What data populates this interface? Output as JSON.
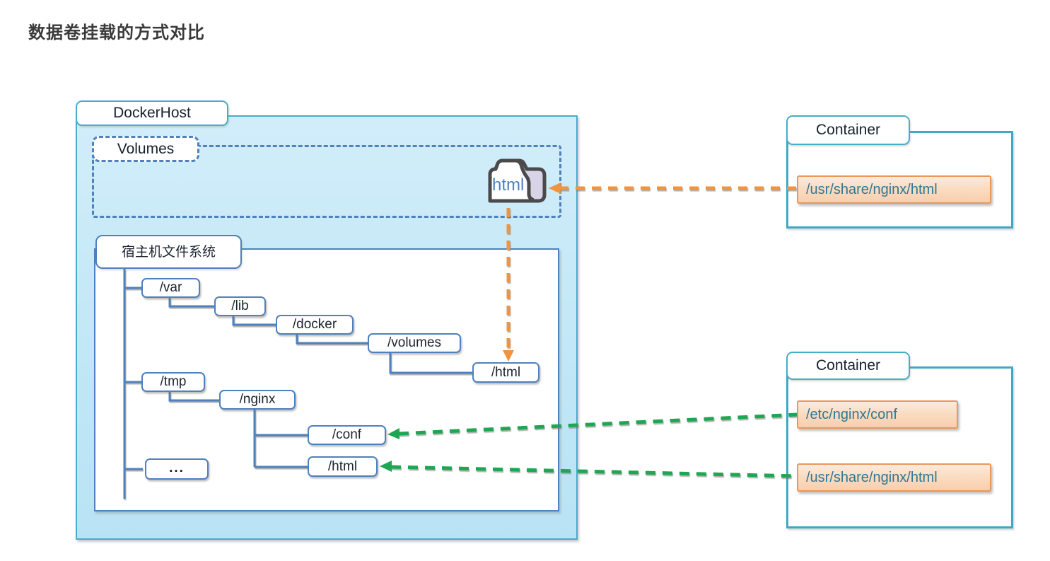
{
  "title": "数据卷挂载的方式对比",
  "colors": {
    "dockerhost_fill": "#C5E8F7",
    "dockerhost_border": "#45AEC8",
    "container_border": "#3FA8C4",
    "tree_blue": "#4F81BD",
    "volume_mount_orange": "#EF9440",
    "bind_mount_green": "#1FA653",
    "path_box_fill": "#FBD9BC",
    "path_box_border": "#E9975B",
    "path_text_color": "#2E7796"
  },
  "docker_host": {
    "label": "DockerHost",
    "volumes": {
      "label": "Volumes",
      "folder_label": "html"
    },
    "host_fs": {
      "label": "宿主机文件系统",
      "nodes": [
        {
          "label": "/var"
        },
        {
          "label": "/lib"
        },
        {
          "label": "/docker"
        },
        {
          "label": "/volumes"
        },
        {
          "label": "/html"
        },
        {
          "label": "/tmp"
        },
        {
          "label": "/nginx"
        },
        {
          "label": "/conf"
        },
        {
          "label": "/html"
        },
        {
          "label": "..."
        }
      ]
    }
  },
  "containers": [
    {
      "label": "Container",
      "paths": [
        "/usr/share/nginx/html"
      ]
    },
    {
      "label": "Container",
      "paths": [
        "/etc/nginx/conf",
        "/usr/share/nginx/html"
      ]
    }
  ],
  "connections": [
    {
      "from": "Volumes html",
      "to": "/usr/share/nginx/html",
      "style": "dashed",
      "color": "#EF9440"
    },
    {
      "from": "Volumes html",
      "to": "/var/lib/docker/volumes/html",
      "style": "dashed",
      "color": "#EF9440"
    },
    {
      "from": "/etc/nginx/conf",
      "to": "/tmp/nginx/conf",
      "style": "dashed",
      "color": "#1FA653"
    },
    {
      "from": "/usr/share/nginx/html",
      "to": "/tmp/nginx/html",
      "style": "dashed",
      "color": "#1FA653"
    }
  ]
}
